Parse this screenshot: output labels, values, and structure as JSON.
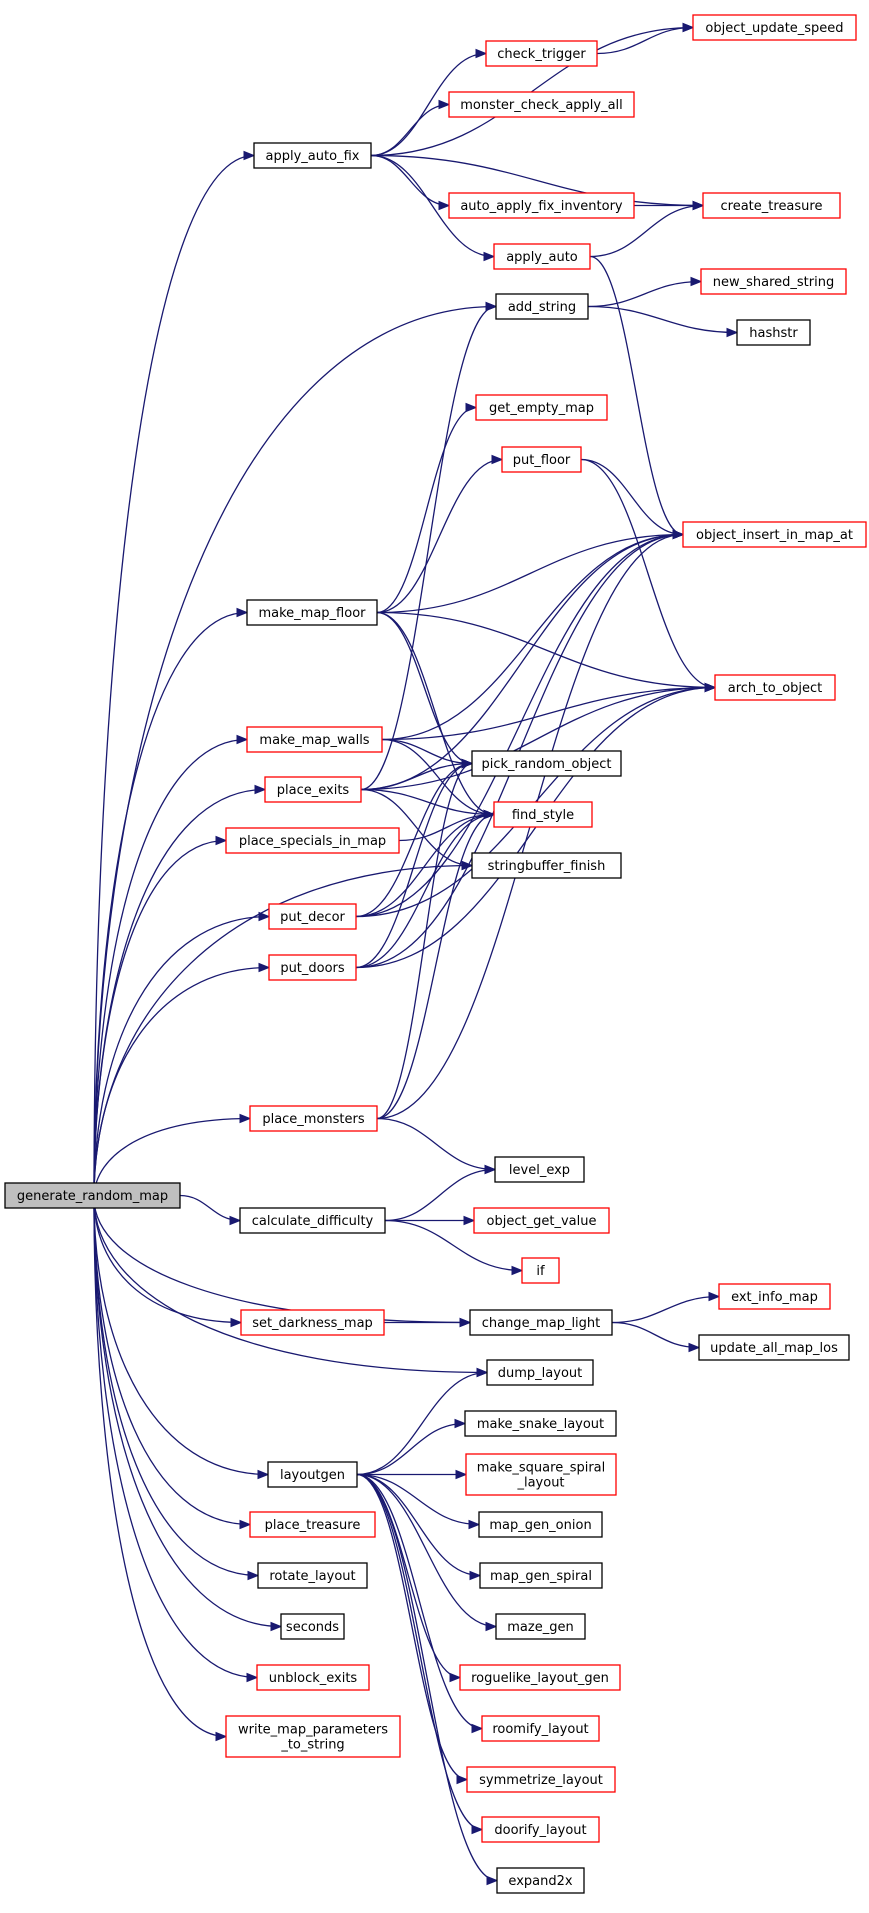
{
  "colors": {
    "edge": "#191970",
    "node_border_black": "#000000",
    "node_border_red": "#ff0000",
    "root_fill": "#bfbfbf",
    "node_fill": "#ffffff"
  },
  "nodes": [
    {
      "id": "generate_random_map",
      "lines": [
        "generate_random_map"
      ],
      "border": "black",
      "fill": "gray"
    },
    {
      "id": "apply_auto_fix",
      "lines": [
        "apply_auto_fix"
      ],
      "border": "black"
    },
    {
      "id": "object_update_speed",
      "lines": [
        "object_update_speed"
      ],
      "border": "red"
    },
    {
      "id": "check_trigger",
      "lines": [
        "check_trigger"
      ],
      "border": "red"
    },
    {
      "id": "monster_check_apply_all",
      "lines": [
        "monster_check_apply_all"
      ],
      "border": "red"
    },
    {
      "id": "auto_apply_fix_inventory",
      "lines": [
        "auto_apply_fix_inventory"
      ],
      "border": "red"
    },
    {
      "id": "create_treasure",
      "lines": [
        "create_treasure"
      ],
      "border": "red"
    },
    {
      "id": "apply_auto",
      "lines": [
        "apply_auto"
      ],
      "border": "red"
    },
    {
      "id": "add_string",
      "lines": [
        "add_string"
      ],
      "border": "black"
    },
    {
      "id": "new_shared_string",
      "lines": [
        "new_shared_string"
      ],
      "border": "red"
    },
    {
      "id": "hashstr",
      "lines": [
        "hashstr"
      ],
      "border": "black"
    },
    {
      "id": "get_empty_map",
      "lines": [
        "get_empty_map"
      ],
      "border": "red"
    },
    {
      "id": "put_floor",
      "lines": [
        "put_floor"
      ],
      "border": "red"
    },
    {
      "id": "object_insert_in_map_at",
      "lines": [
        "object_insert_in_map_at"
      ],
      "border": "red"
    },
    {
      "id": "make_map_floor",
      "lines": [
        "make_map_floor"
      ],
      "border": "black"
    },
    {
      "id": "arch_to_object",
      "lines": [
        "arch_to_object"
      ],
      "border": "red"
    },
    {
      "id": "make_map_walls",
      "lines": [
        "make_map_walls"
      ],
      "border": "red"
    },
    {
      "id": "pick_random_object",
      "lines": [
        "pick_random_object"
      ],
      "border": "black"
    },
    {
      "id": "place_exits",
      "lines": [
        "place_exits"
      ],
      "border": "red"
    },
    {
      "id": "find_style",
      "lines": [
        "find_style"
      ],
      "border": "red"
    },
    {
      "id": "place_specials_in_map",
      "lines": [
        "place_specials_in_map"
      ],
      "border": "red"
    },
    {
      "id": "stringbuffer_finish",
      "lines": [
        "stringbuffer_finish"
      ],
      "border": "black"
    },
    {
      "id": "put_decor",
      "lines": [
        "put_decor"
      ],
      "border": "red"
    },
    {
      "id": "put_doors",
      "lines": [
        "put_doors"
      ],
      "border": "red"
    },
    {
      "id": "place_monsters",
      "lines": [
        "place_monsters"
      ],
      "border": "red"
    },
    {
      "id": "level_exp",
      "lines": [
        "level_exp"
      ],
      "border": "black"
    },
    {
      "id": "calculate_difficulty",
      "lines": [
        "calculate_difficulty"
      ],
      "border": "black"
    },
    {
      "id": "object_get_value",
      "lines": [
        "object_get_value"
      ],
      "border": "red"
    },
    {
      "id": "if",
      "lines": [
        "if"
      ],
      "border": "red"
    },
    {
      "id": "set_darkness_map",
      "lines": [
        "set_darkness_map"
      ],
      "border": "red"
    },
    {
      "id": "change_map_light",
      "lines": [
        "change_map_light"
      ],
      "border": "black"
    },
    {
      "id": "ext_info_map",
      "lines": [
        "ext_info_map"
      ],
      "border": "red"
    },
    {
      "id": "update_all_map_los",
      "lines": [
        "update_all_map_los"
      ],
      "border": "black"
    },
    {
      "id": "dump_layout",
      "lines": [
        "dump_layout"
      ],
      "border": "black"
    },
    {
      "id": "make_snake_layout",
      "lines": [
        "make_snake_layout"
      ],
      "border": "black"
    },
    {
      "id": "layoutgen",
      "lines": [
        "layoutgen"
      ],
      "border": "black"
    },
    {
      "id": "make_square_spiral_layout",
      "lines": [
        "make_square_spiral",
        "_layout"
      ],
      "border": "red"
    },
    {
      "id": "place_treasure",
      "lines": [
        "place_treasure"
      ],
      "border": "red"
    },
    {
      "id": "map_gen_onion",
      "lines": [
        "map_gen_onion"
      ],
      "border": "black"
    },
    {
      "id": "rotate_layout",
      "lines": [
        "rotate_layout"
      ],
      "border": "black"
    },
    {
      "id": "map_gen_spiral",
      "lines": [
        "map_gen_spiral"
      ],
      "border": "black"
    },
    {
      "id": "seconds",
      "lines": [
        "seconds"
      ],
      "border": "black"
    },
    {
      "id": "maze_gen",
      "lines": [
        "maze_gen"
      ],
      "border": "black"
    },
    {
      "id": "unblock_exits",
      "lines": [
        "unblock_exits"
      ],
      "border": "red"
    },
    {
      "id": "roguelike_layout_gen",
      "lines": [
        "roguelike_layout_gen"
      ],
      "border": "red"
    },
    {
      "id": "write_map_parameters_to_string",
      "lines": [
        "write_map_parameters",
        "_to_string"
      ],
      "border": "red"
    },
    {
      "id": "roomify_layout",
      "lines": [
        "roomify_layout"
      ],
      "border": "red"
    },
    {
      "id": "symmetrize_layout",
      "lines": [
        "symmetrize_layout"
      ],
      "border": "red"
    },
    {
      "id": "doorify_layout",
      "lines": [
        "doorify_layout"
      ],
      "border": "red"
    },
    {
      "id": "expand2x",
      "lines": [
        "expand2x"
      ],
      "border": "black"
    }
  ],
  "edges": [
    [
      "generate_random_map",
      "apply_auto_fix"
    ],
    [
      "generate_random_map",
      "add_string"
    ],
    [
      "generate_random_map",
      "make_map_floor"
    ],
    [
      "generate_random_map",
      "make_map_walls"
    ],
    [
      "generate_random_map",
      "place_exits"
    ],
    [
      "generate_random_map",
      "place_specials_in_map"
    ],
    [
      "generate_random_map",
      "put_decor"
    ],
    [
      "generate_random_map",
      "put_doors"
    ],
    [
      "generate_random_map",
      "place_monsters"
    ],
    [
      "generate_random_map",
      "stringbuffer_finish"
    ],
    [
      "generate_random_map",
      "calculate_difficulty"
    ],
    [
      "generate_random_map",
      "change_map_light"
    ],
    [
      "generate_random_map",
      "set_darkness_map"
    ],
    [
      "generate_random_map",
      "dump_layout"
    ],
    [
      "generate_random_map",
      "layoutgen"
    ],
    [
      "generate_random_map",
      "place_treasure"
    ],
    [
      "generate_random_map",
      "rotate_layout"
    ],
    [
      "generate_random_map",
      "seconds"
    ],
    [
      "generate_random_map",
      "unblock_exits"
    ],
    [
      "generate_random_map",
      "write_map_parameters_to_string"
    ],
    [
      "apply_auto_fix",
      "object_update_speed"
    ],
    [
      "apply_auto_fix",
      "check_trigger"
    ],
    [
      "apply_auto_fix",
      "monster_check_apply_all"
    ],
    [
      "apply_auto_fix",
      "auto_apply_fix_inventory"
    ],
    [
      "apply_auto_fix",
      "create_treasure"
    ],
    [
      "apply_auto_fix",
      "apply_auto"
    ],
    [
      "check_trigger",
      "object_update_speed"
    ],
    [
      "auto_apply_fix_inventory",
      "create_treasure"
    ],
    [
      "apply_auto",
      "create_treasure"
    ],
    [
      "apply_auto",
      "object_insert_in_map_at"
    ],
    [
      "add_string",
      "new_shared_string"
    ],
    [
      "add_string",
      "hashstr"
    ],
    [
      "put_floor",
      "object_insert_in_map_at"
    ],
    [
      "put_floor",
      "arch_to_object"
    ],
    [
      "make_map_floor",
      "get_empty_map"
    ],
    [
      "make_map_floor",
      "put_floor"
    ],
    [
      "make_map_floor",
      "object_insert_in_map_at"
    ],
    [
      "make_map_floor",
      "arch_to_object"
    ],
    [
      "make_map_floor",
      "pick_random_object"
    ],
    [
      "make_map_floor",
      "find_style"
    ],
    [
      "make_map_walls",
      "object_insert_in_map_at"
    ],
    [
      "make_map_walls",
      "arch_to_object"
    ],
    [
      "make_map_walls",
      "pick_random_object"
    ],
    [
      "make_map_walls",
      "find_style"
    ],
    [
      "place_exits",
      "add_string"
    ],
    [
      "place_exits",
      "object_insert_in_map_at"
    ],
    [
      "place_exits",
      "arch_to_object"
    ],
    [
      "place_exits",
      "pick_random_object"
    ],
    [
      "place_exits",
      "find_style"
    ],
    [
      "place_exits",
      "stringbuffer_finish"
    ],
    [
      "place_specials_in_map",
      "find_style"
    ],
    [
      "put_decor",
      "object_insert_in_map_at"
    ],
    [
      "put_decor",
      "arch_to_object"
    ],
    [
      "put_decor",
      "pick_random_object"
    ],
    [
      "put_decor",
      "find_style"
    ],
    [
      "put_doors",
      "object_insert_in_map_at"
    ],
    [
      "put_doors",
      "arch_to_object"
    ],
    [
      "put_doors",
      "pick_random_object"
    ],
    [
      "put_doors",
      "find_style"
    ],
    [
      "place_monsters",
      "object_insert_in_map_at"
    ],
    [
      "place_monsters",
      "pick_random_object"
    ],
    [
      "place_monsters",
      "find_style"
    ],
    [
      "place_monsters",
      "level_exp"
    ],
    [
      "calculate_difficulty",
      "level_exp"
    ],
    [
      "calculate_difficulty",
      "object_get_value"
    ],
    [
      "calculate_difficulty",
      "if"
    ],
    [
      "set_darkness_map",
      "change_map_light"
    ],
    [
      "change_map_light",
      "ext_info_map"
    ],
    [
      "change_map_light",
      "update_all_map_los"
    ],
    [
      "layoutgen",
      "dump_layout"
    ],
    [
      "layoutgen",
      "make_snake_layout"
    ],
    [
      "layoutgen",
      "make_square_spiral_layout"
    ],
    [
      "layoutgen",
      "map_gen_onion"
    ],
    [
      "layoutgen",
      "map_gen_spiral"
    ],
    [
      "layoutgen",
      "maze_gen"
    ],
    [
      "layoutgen",
      "roguelike_layout_gen"
    ],
    [
      "layoutgen",
      "roomify_layout"
    ],
    [
      "layoutgen",
      "symmetrize_layout"
    ],
    [
      "layoutgen",
      "doorify_layout"
    ],
    [
      "layoutgen",
      "expand2x"
    ]
  ]
}
